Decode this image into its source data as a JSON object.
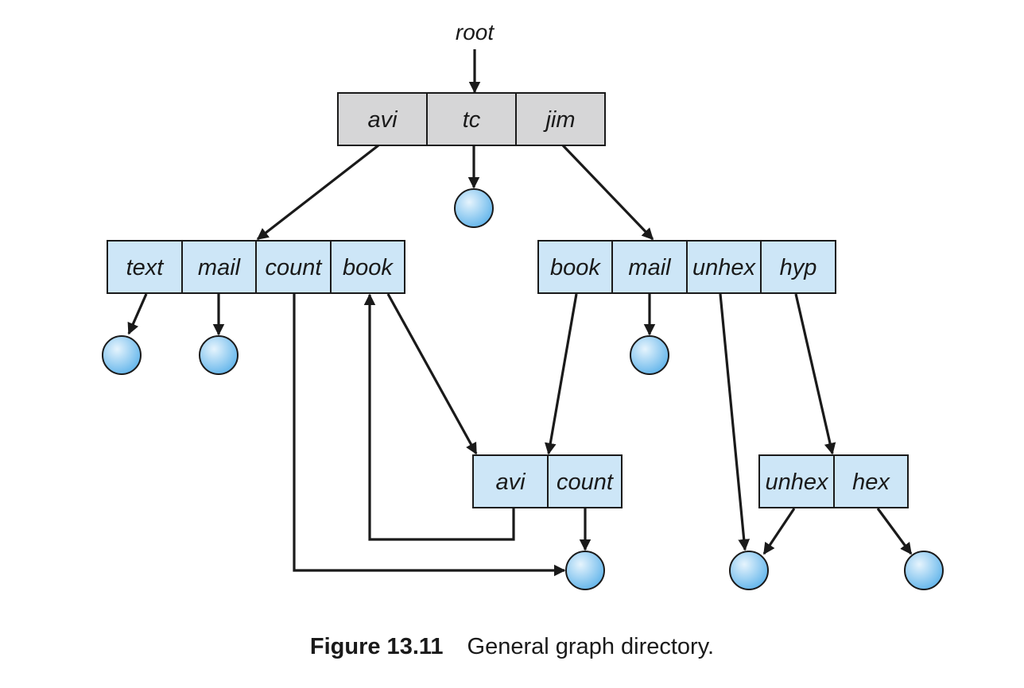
{
  "root_label": "root",
  "colors": {
    "root_directory_fill": "#d6d6d7",
    "directory_fill": "#cde6f7",
    "file_fill_center": "#e6f4fd",
    "file_fill_edge": "#5fb3ea",
    "stroke": "#1a1a1a"
  },
  "directories": {
    "root": [
      "avi",
      "tc",
      "jim"
    ],
    "avi": [
      "text",
      "mail",
      "count",
      "book"
    ],
    "jim": [
      "book",
      "mail",
      "unhex",
      "hyp"
    ],
    "shared": [
      "avi",
      "count"
    ],
    "hyp": [
      "unhex",
      "hex"
    ]
  },
  "caption": {
    "number": "Figure 13.11",
    "text": "General graph directory."
  }
}
